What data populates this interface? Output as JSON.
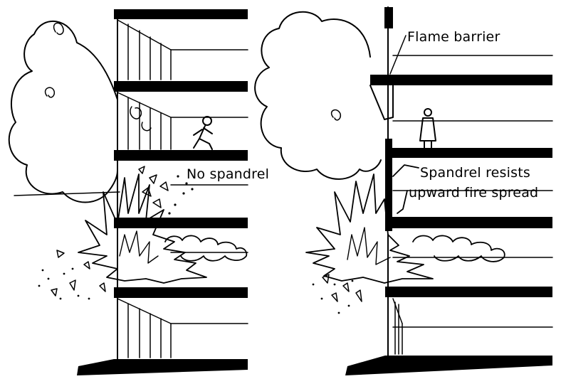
{
  "labels": {
    "no_spandrel": "No spandrel",
    "flame_barrier": "Flame barrier",
    "spandrel_line1": "Spandrel resists",
    "spandrel_line2": "upward fire spread"
  }
}
